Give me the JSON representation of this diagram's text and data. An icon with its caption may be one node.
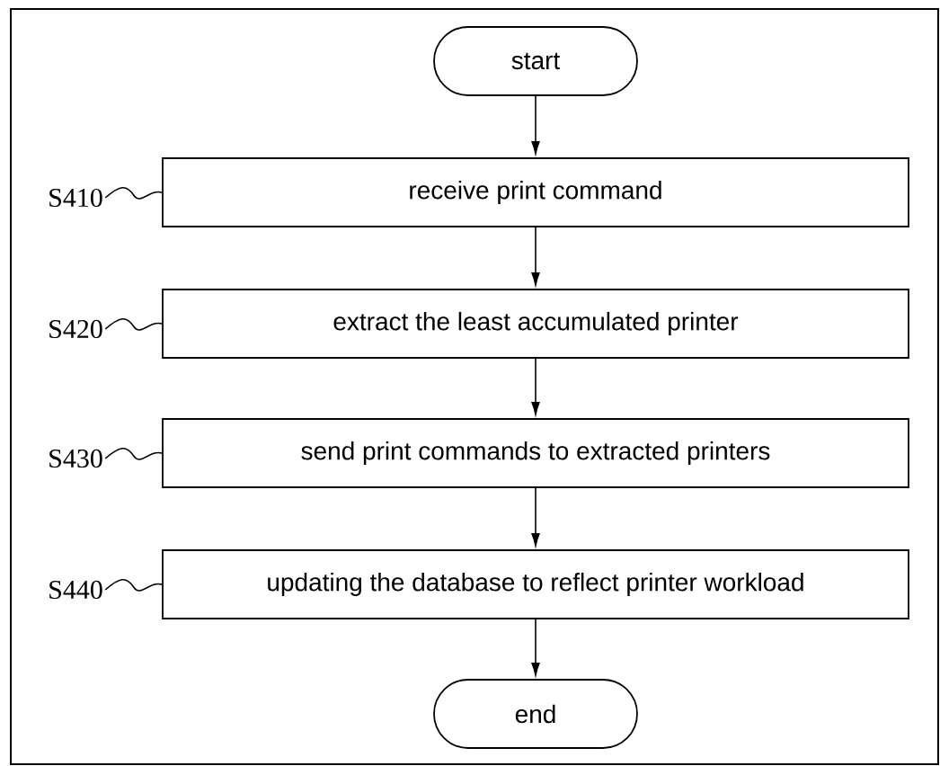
{
  "diagram": {
    "nodes": [
      {
        "text": [
          "start"
        ]
      },
      {
        "text": [
          "S410"
        ]
      },
      {
        "text": [
          "receive print command"
        ]
      },
      {
        "text": [
          "S420"
        ]
      },
      {
        "text": [
          "extract the least accumulated printer"
        ]
      },
      {
        "text": [
          "S430"
        ]
      },
      {
        "text": [
          "send print commands to extracted printers"
        ]
      },
      {
        "text": [
          "S440"
        ]
      },
      {
        "text": [
          "updating the database to reflect printer workload"
        ]
      },
      {
        "text": [
          "end"
        ]
      }
    ],
    "edges": [
      {
        "from": 0,
        "to": 2,
        "arrow": "to"
      },
      {
        "from": 2,
        "to": 4,
        "arrow": "to"
      },
      {
        "from": 4,
        "to": 6,
        "arrow": "to"
      },
      {
        "from": 6,
        "to": 8,
        "arrow": "to"
      },
      {
        "from": 8,
        "to": 9,
        "arrow": "to"
      },
      {
        "from": 1,
        "to": 2,
        "arrow": "none"
      },
      {
        "from": 3,
        "to": 4,
        "arrow": "none"
      },
      {
        "from": 5,
        "to": 6,
        "arrow": "none"
      },
      {
        "from": 7,
        "to": 8,
        "arrow": "none"
      }
    ]
  }
}
